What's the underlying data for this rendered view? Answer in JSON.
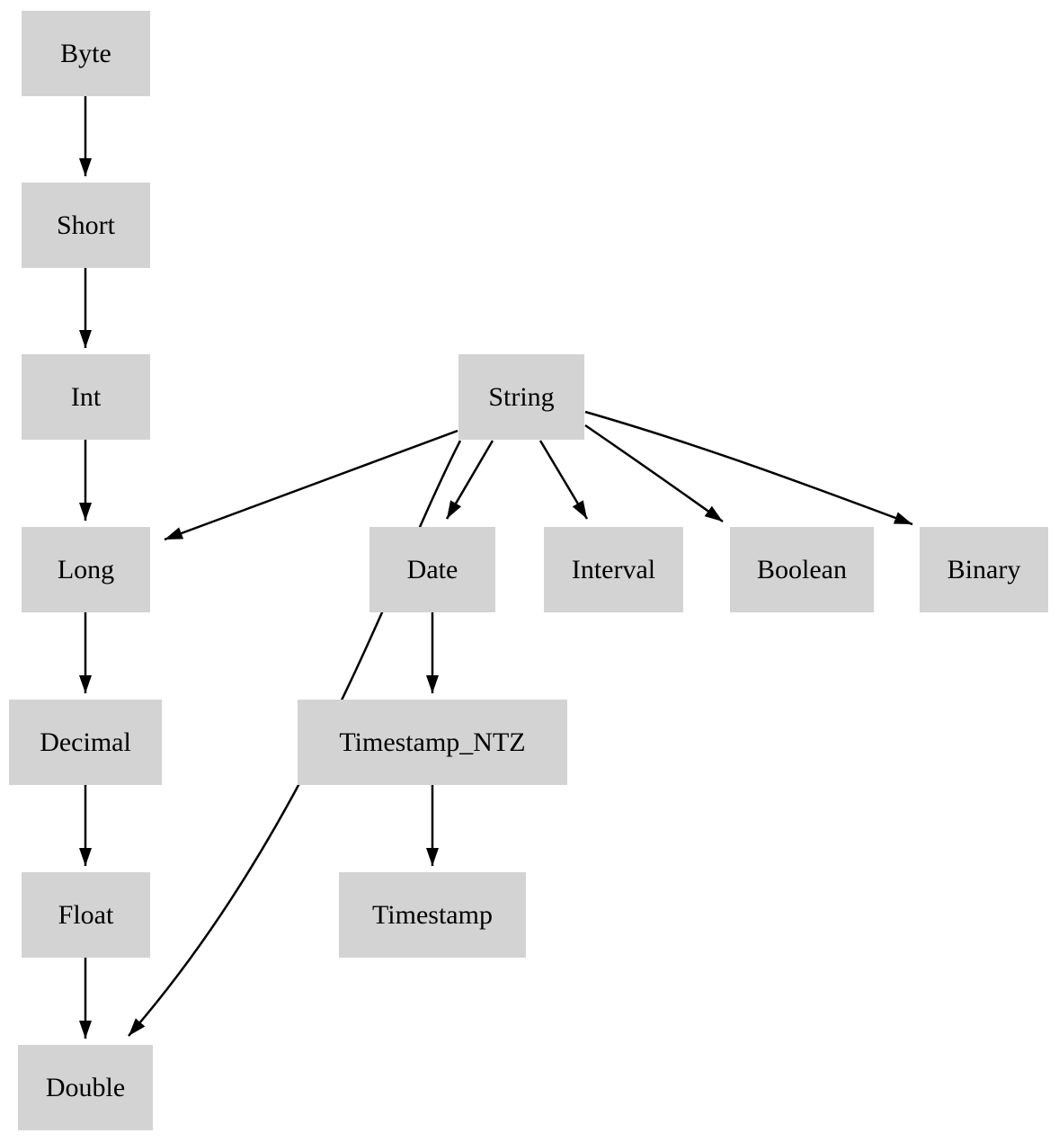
{
  "diagram": {
    "title": "",
    "node_fill_color": "#d3d3d3",
    "edge_color": "#000000",
    "text_color": "#000000",
    "background_color": "#ffffff",
    "nodes": {
      "byte": {
        "label": "Byte"
      },
      "short": {
        "label": "Short"
      },
      "int": {
        "label": "Int"
      },
      "string": {
        "label": "String"
      },
      "long": {
        "label": "Long"
      },
      "date": {
        "label": "Date"
      },
      "interval": {
        "label": "Interval"
      },
      "boolean": {
        "label": "Boolean"
      },
      "binary": {
        "label": "Binary"
      },
      "decimal": {
        "label": "Decimal"
      },
      "timestamp_ntz": {
        "label": "Timestamp_NTZ"
      },
      "float": {
        "label": "Float"
      },
      "timestamp": {
        "label": "Timestamp"
      },
      "double": {
        "label": "Double"
      }
    },
    "edges": [
      {
        "from": "Byte",
        "to": "Short"
      },
      {
        "from": "Short",
        "to": "Int"
      },
      {
        "from": "Int",
        "to": "Long"
      },
      {
        "from": "Long",
        "to": "Decimal"
      },
      {
        "from": "Decimal",
        "to": "Float"
      },
      {
        "from": "Float",
        "to": "Double"
      },
      {
        "from": "String",
        "to": "Long"
      },
      {
        "from": "String",
        "to": "Double"
      },
      {
        "from": "String",
        "to": "Date"
      },
      {
        "from": "String",
        "to": "Interval"
      },
      {
        "from": "String",
        "to": "Boolean"
      },
      {
        "from": "String",
        "to": "Binary"
      },
      {
        "from": "Date",
        "to": "Timestamp_NTZ"
      },
      {
        "from": "Timestamp_NTZ",
        "to": "Timestamp"
      }
    ]
  }
}
